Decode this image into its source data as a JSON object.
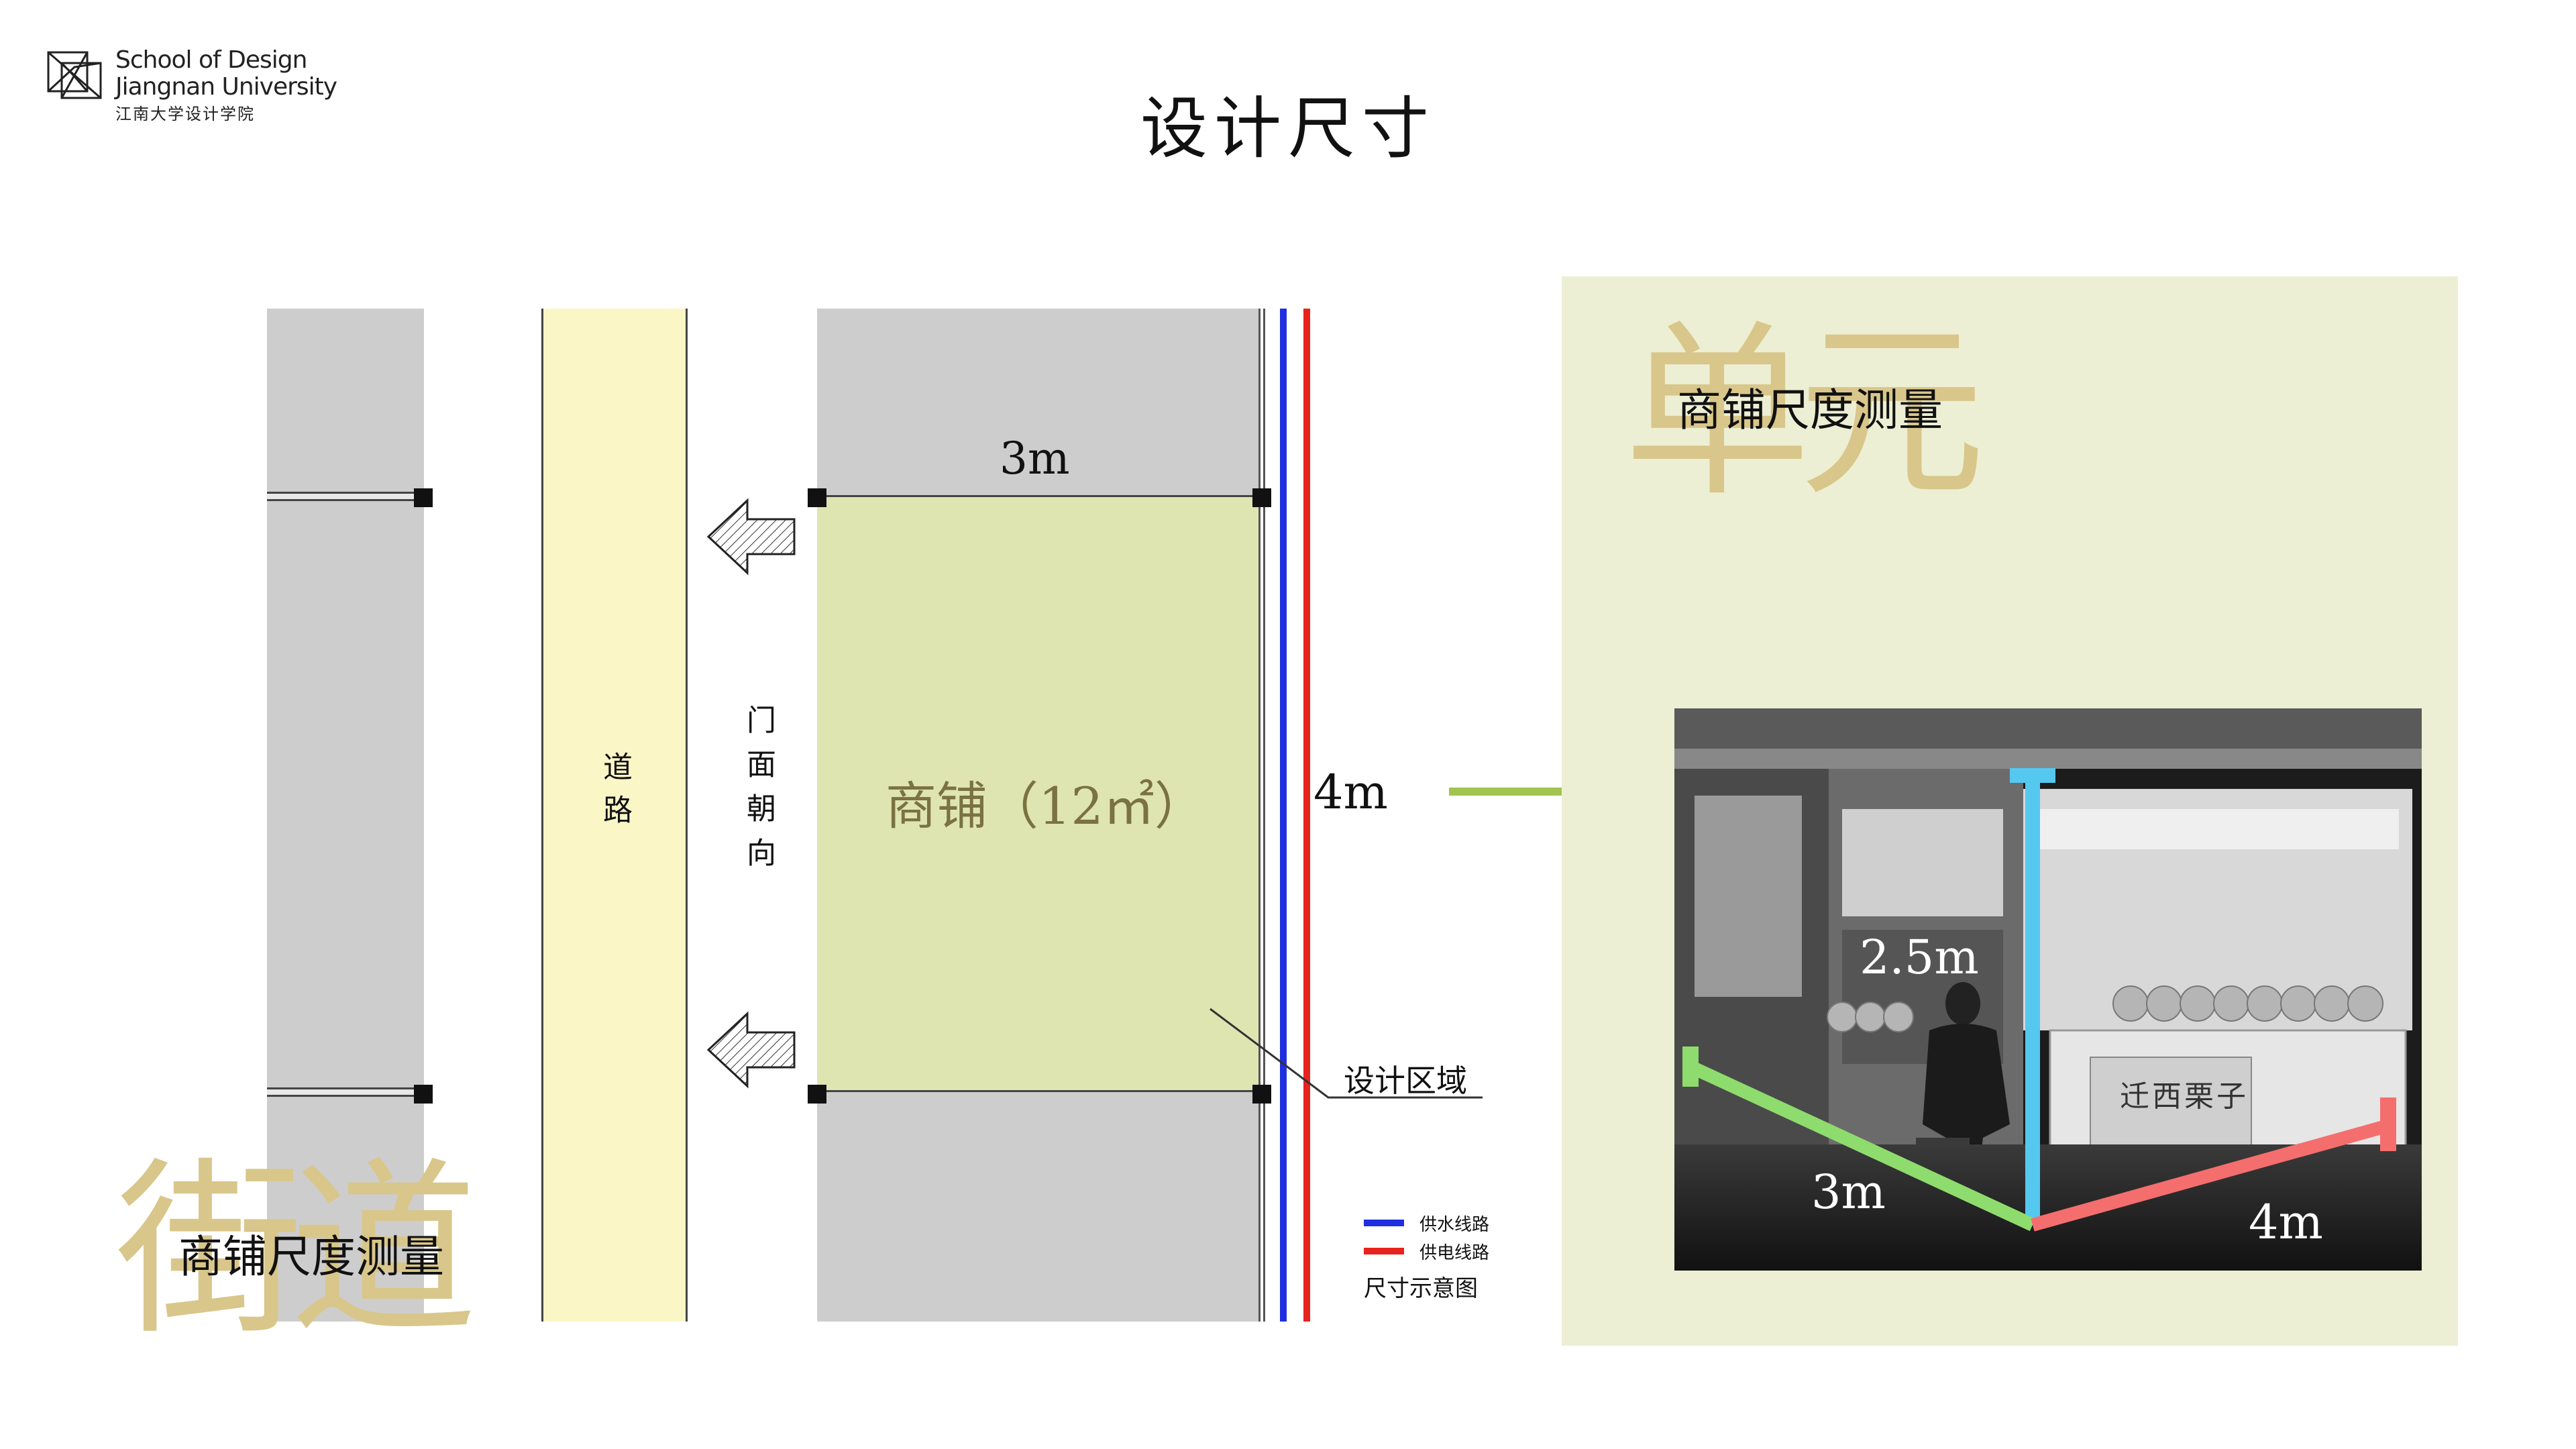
{
  "logo": {
    "line1": "School of Design",
    "line2": "Jiangnan University",
    "line3": "江南大学设计学院"
  },
  "title": "设计尺寸",
  "diagram": {
    "road_label": "道路",
    "facade_label": "门面朝向",
    "shop_label": "商铺（12㎡）",
    "width_label": "3m",
    "depth_label": "4m",
    "design_area_label": "设计区域",
    "street_watermark": "街道",
    "street_caption": "商铺尺度测量",
    "legend": {
      "water": "供水线路",
      "power": "供电线路",
      "caption": "尺寸示意图",
      "water_color": "#1f2fe0",
      "power_color": "#e8221c"
    }
  },
  "panel": {
    "watermark": "单元",
    "caption": "商铺尺度测量",
    "photo": {
      "height_label": "2.5m",
      "width_label": "3m",
      "depth_label": "4m",
      "sign_text": "迁西栗子",
      "height_color": "#55c8f0",
      "width_color": "#8fdc6e",
      "depth_color": "#f56e6e"
    }
  },
  "colors": {
    "shop_fill": "#dfe5b0",
    "road_fill": "#fbf6c6",
    "block_fill": "#cdcdcd",
    "panel_fill": "#ecefd3",
    "connector": "#a2c450",
    "watermark": "#d9c68a"
  }
}
